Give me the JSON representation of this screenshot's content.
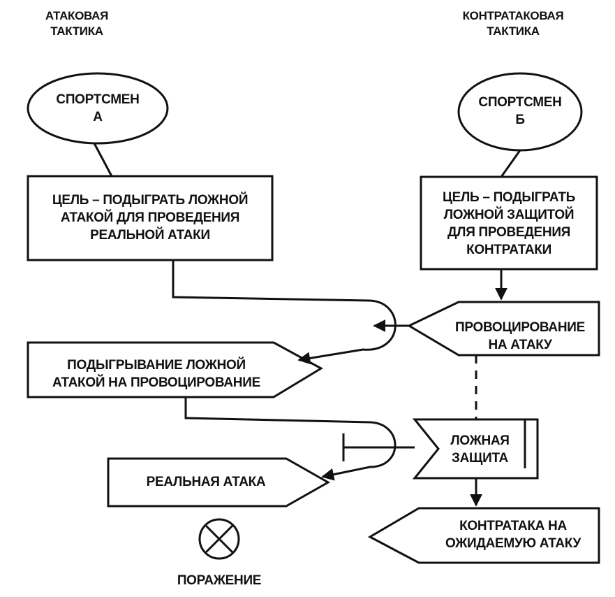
{
  "headers": {
    "attack": [
      "АТАКОВАЯ",
      "ТАКТИКА"
    ],
    "counter": [
      "КОНТРАТАКОВАЯ",
      "ТАКТИКА"
    ]
  },
  "athlete_a": [
    "СПОРТСМЕН",
    "А"
  ],
  "athlete_b": [
    "СПОРТСМЕН",
    "Б"
  ],
  "goal_a": [
    "ЦЕЛЬ – ПОДЫГРАТЬ ЛОЖНОЙ",
    "АТАКОЙ ДЛЯ ПРОВЕДЕНИЯ",
    "РЕАЛЬНОЙ АТАКИ"
  ],
  "goal_b": [
    "ЦЕЛЬ – ПОДЫГРАТЬ",
    "ЛОЖНОЙ ЗАЩИТОЙ",
    "ДЛЯ ПРОВЕДЕНИЯ",
    "КОНТРАТАКИ"
  ],
  "provocation": [
    "ПРОВОЦИРОВАНИЕ",
    "НА АТАКУ"
  ],
  "fake_attack": [
    "ПОДЫГРЫВАНИЕ ЛОЖНОЙ",
    "АТАКОЙ НА ПРОВОЦИРОВАНИЕ"
  ],
  "false_defense": [
    "ЛОЖНАЯ",
    "ЗАЩИТА"
  ],
  "real_attack": "РЕАЛЬНАЯ АТАКА",
  "counterattack": [
    "КОНТРАТАКА НА",
    "ОЖИДАЕМУЮ АТАКУ"
  ],
  "defeat": "ПОРАЖЕНИЕ"
}
